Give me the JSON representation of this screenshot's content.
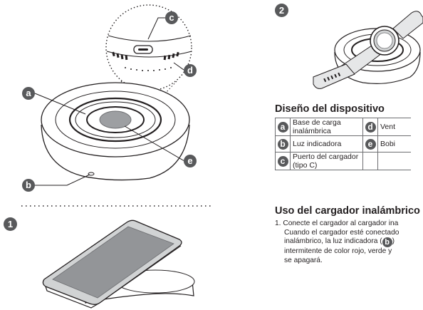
{
  "steps": {
    "step1": "1",
    "step2": "2"
  },
  "callouts": {
    "a": "a",
    "b": "b",
    "c": "c",
    "d": "d",
    "e": "e"
  },
  "section_title": "Diseño del dispositivo",
  "parts_table": {
    "rows": [
      {
        "left_badge": "a",
        "left_text": "Base de carga inalámbrica",
        "right_badge": "d",
        "right_text": "Vent"
      },
      {
        "left_badge": "b",
        "left_text": "Luz indicadora",
        "right_badge": "e",
        "right_text": "Bobi"
      },
      {
        "left_badge": "c",
        "left_text": "Puerto del cargador (tipo C)",
        "right_badge": "",
        "right_text": ""
      }
    ]
  },
  "usage": {
    "title": "Uso del cargador inalámbrico",
    "step_number": "1.",
    "lines": [
      "Conecte el cargador al cargador ina",
      "Cuando el cargador esté conectado",
      "inalámbrico, la luz indicadora (",
      "intermitente de color rojo, verde y",
      "se apagará."
    ],
    "inline_badge": "b",
    "after_badge": ")"
  }
}
